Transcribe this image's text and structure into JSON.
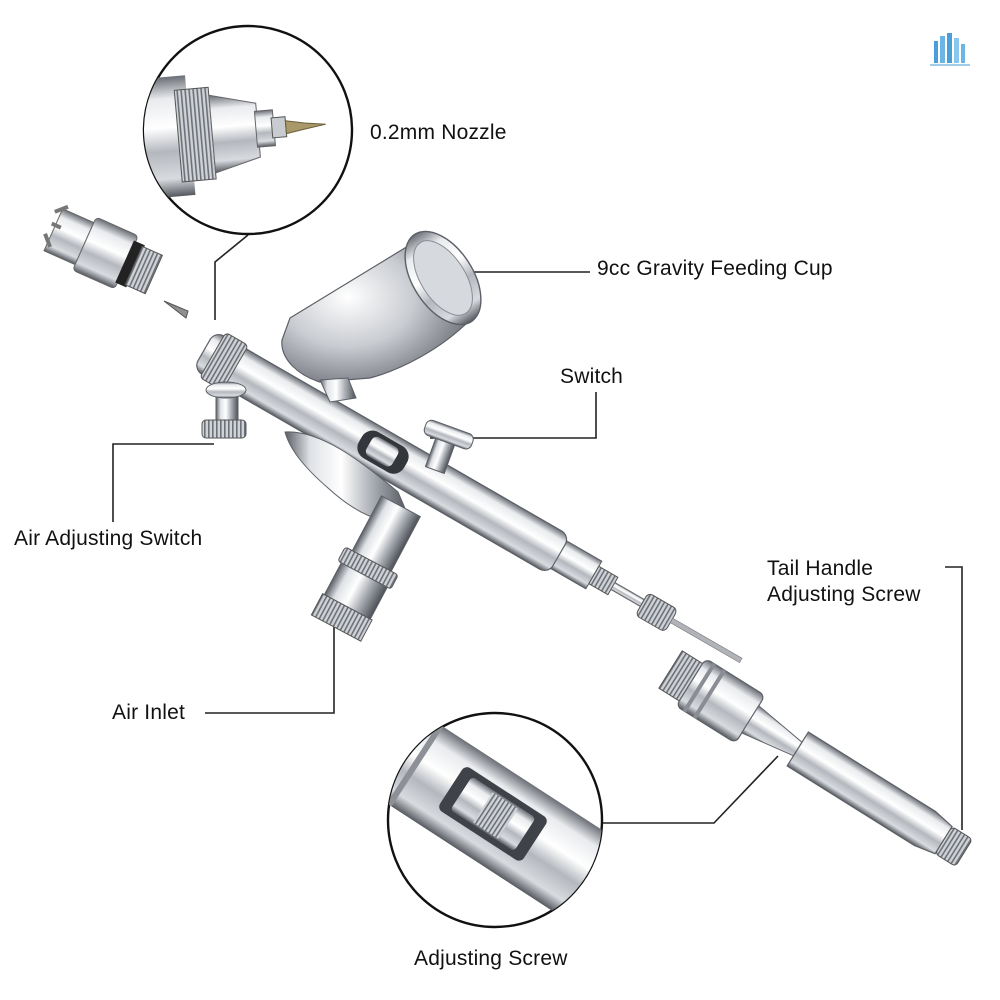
{
  "labels": {
    "nozzle": "0.2mm Nozzle",
    "cup": "9cc Gravity Feeding Cup",
    "switch": "Switch",
    "air_adjusting_switch": "Air Adjusting Switch",
    "air_inlet": "Air Inlet",
    "tail_handle_line1": "Tail Handle",
    "tail_handle_line2": "Adjusting Screw",
    "adjusting_screw": "Adjusting Screw"
  },
  "colors": {
    "chrome_light": "#f4f5f7",
    "chrome_mid": "#b9bcc2",
    "chrome_dark": "#5d6168",
    "line": "#222222",
    "logo": "#4a9fd8"
  },
  "icons": {
    "logo": "building-logo-icon"
  }
}
